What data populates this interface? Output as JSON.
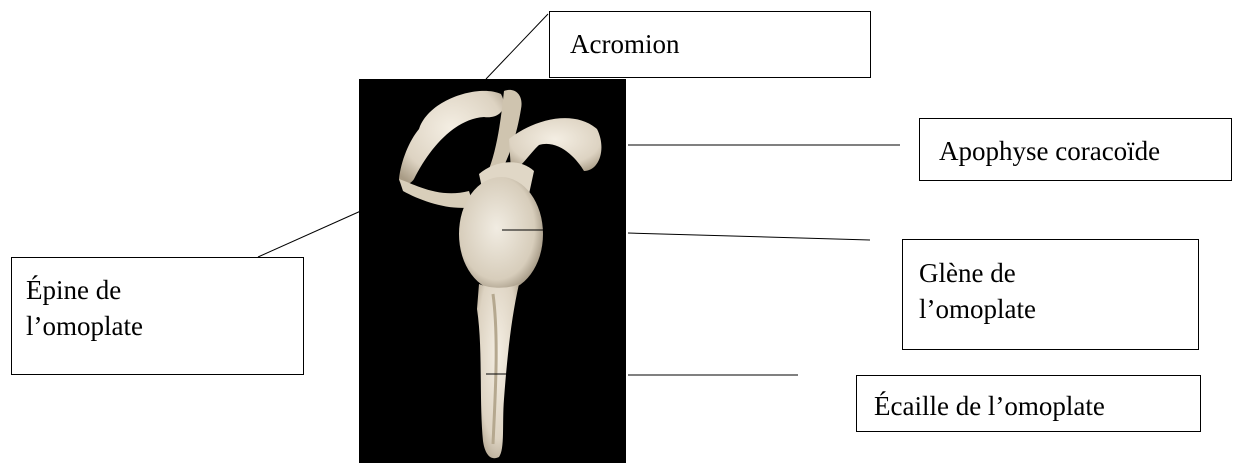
{
  "labels": {
    "acromion": "Acromion",
    "coracoide": "Apophyse coracoïde",
    "epine": "Épine de\nl’omoplate",
    "glene": "Glène de\nl’omoplate",
    "ecaille": "Écaille de l’omoplate"
  },
  "colors": {
    "photo_background": "#000000",
    "bone": "#ece4d6",
    "bone_shadow": "#b9ad98",
    "line": "#000000"
  }
}
